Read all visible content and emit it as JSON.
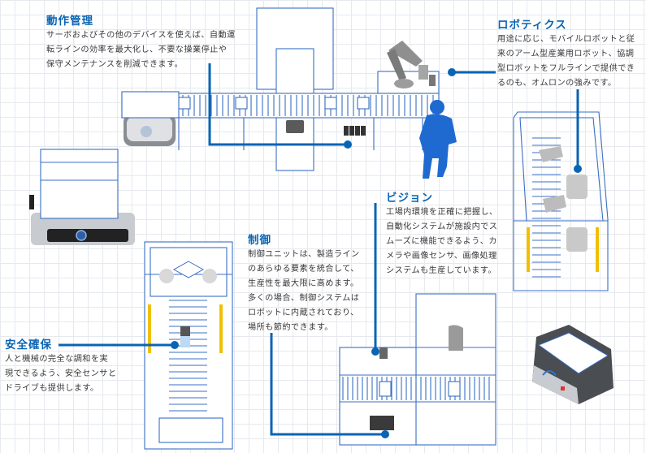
{
  "accent_color": "#0a64b4",
  "callouts": {
    "motion_control": {
      "title": "動作管理",
      "body": "サーボおよびその他のデバイスを使えば、自動運\n転ラインの効率を最大化し、不要な操業停止や\n保守メンテナンスを削減できます。"
    },
    "robotics": {
      "title": "ロボティクス",
      "body": "用途に応じ、モバイルロボットと従\n来のアーム型産業用ロボット、協調\n型ロボットをフルラインで提供でき\nるのも、オムロンの強みです。"
    },
    "vision": {
      "title": "ビジョン",
      "body": "工場内環境を正確に把握し、\n自動化システムが施設内でス\nムーズに機能できるよう、カ\nメラや画像センサ、画像処理\nシステムも生産しています。"
    },
    "control": {
      "title": "制御",
      "body": "制御ユニットは、製造ライン\nのあらゆる要素を統合して、\n生産性を最大限に高めます。\n多くの場合、制御システムは\nロボットに内蔵されており、\n場所も節約できます。"
    },
    "safety": {
      "title": "安全確保",
      "body": "人と機械の完全な調和を実\n現できるよう、安全センサと\nドライブも提供します。"
    }
  },
  "illustrations": [
    "conveyor-line",
    "collaborative-robot-arm",
    "worker-figure",
    "scara-robot-cell",
    "mobile-robot-large",
    "delta-robot-cell",
    "vision-inspection-station",
    "mobile-robot-small"
  ]
}
